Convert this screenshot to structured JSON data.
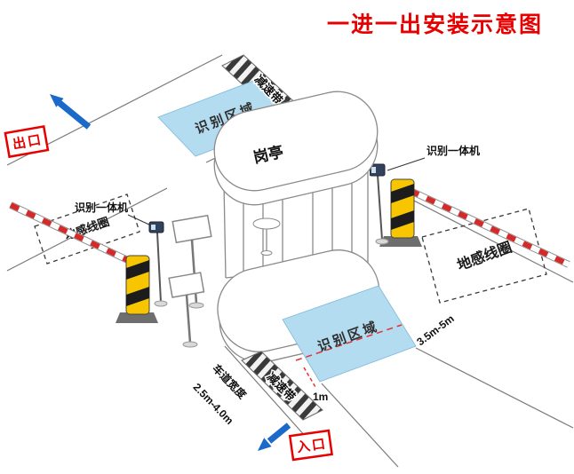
{
  "title": "一进一出安装示意图",
  "labels": {
    "exit": "出口",
    "entrance": "入口",
    "booth": "岗亭",
    "recognition_zone": "识别区域",
    "speed_bump": "减速带",
    "ground_coil": "地感线圈",
    "recognition_machine": "识别一体机"
  },
  "dimensions": {
    "coil_to_barrier_distance": "3.5m-5m",
    "zone_offset": "1m",
    "lane_width_label": "车道宽度",
    "lane_width_range": "2.5m-4.0m"
  },
  "colors": {
    "title_red": "#e60000",
    "zone_blue": "#b3dcf0",
    "post_yellow": "#f7c600",
    "arrow_blue": "#1b6ac9",
    "barrier_red": "#d42a2a"
  }
}
